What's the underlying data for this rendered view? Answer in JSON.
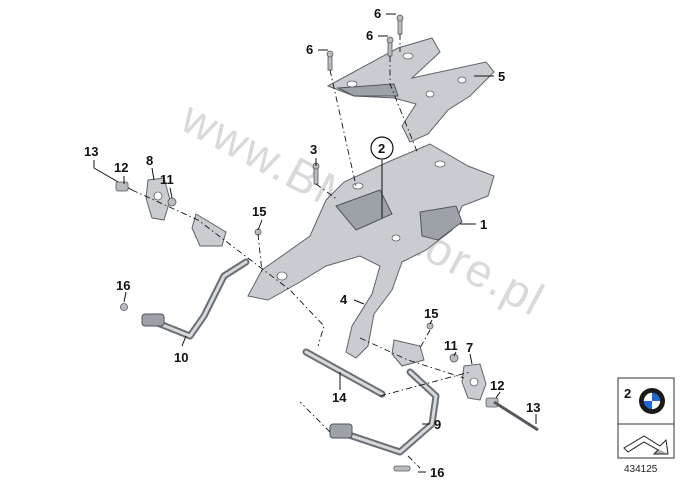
{
  "watermark": "www.BMWstore.pl",
  "labels": {
    "l1": "1",
    "l2": "2",
    "l3": "3",
    "l4": "4",
    "l5": "5",
    "l6a": "6",
    "l6b": "6",
    "l6c": "6",
    "l7": "7",
    "l8": "8",
    "l9": "9",
    "l10": "10",
    "l11a": "11",
    "l11b": "11",
    "l12a": "12",
    "l12b": "12",
    "l13a": "13",
    "l13b": "13",
    "l14": "14",
    "l15a": "15",
    "l15b": "15",
    "l16a": "16",
    "l16b": "16"
  },
  "circled_label": "2",
  "legend": {
    "number": "2",
    "doc_number": "434125"
  },
  "icons": [
    "bmw-logo-icon",
    "part-arrow-icon"
  ],
  "colors": {
    "part": "#c9cdd1",
    "outline": "#5e6368",
    "text": "#111111",
    "watermark": "#d9d9d9"
  }
}
